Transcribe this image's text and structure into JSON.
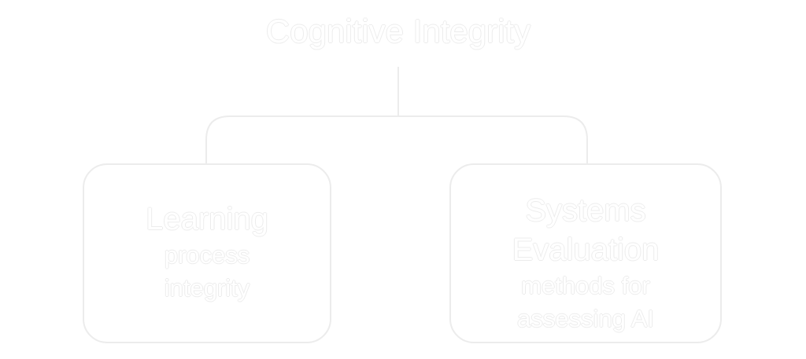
{
  "title": "Cognitive Integrity",
  "nodes": [
    {
      "heading": "Learning",
      "sub": [
        "process",
        "integrity"
      ]
    },
    {
      "heading": [
        "Systems",
        "Evaluation"
      ],
      "sub": [
        "methods for",
        "assessing AI"
      ]
    }
  ],
  "colors": {
    "background": "#ffffff",
    "stroke": "#ececec",
    "text": "#ffffff"
  }
}
